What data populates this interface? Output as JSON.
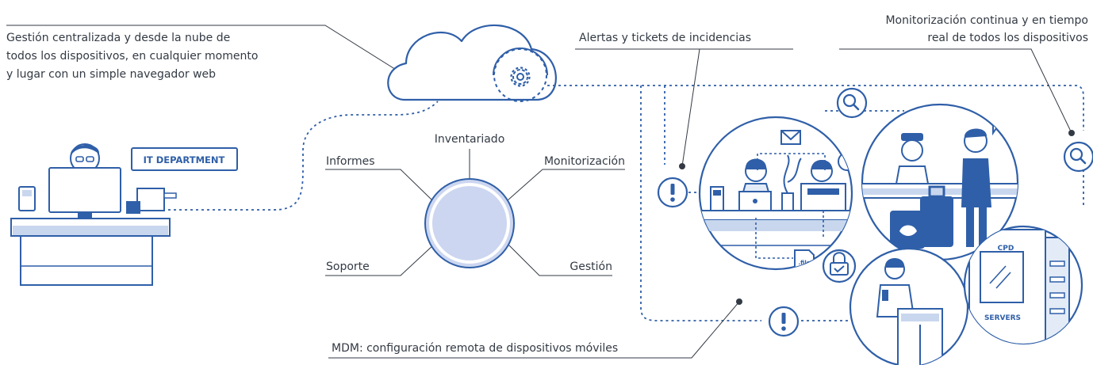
{
  "colors": {
    "primary": "#2f5fa8",
    "light": "#e3ebf7",
    "mid": "#c9d7ee",
    "hub": "#ccd6f0",
    "text": "#333a44"
  },
  "callouts": {
    "cloud": [
      "Gestión centralizada y desde la nube de",
      "todos los dispositivos, en cualquier momento",
      "y lugar con un simple navegador web"
    ],
    "alerts": "Alertas y tickets de incidencias",
    "monitoring": [
      "Monitorización continua y en tiempo",
      "real de todos los dispositivos"
    ],
    "mdm": "MDM: configuración remota de dispositivos móviles"
  },
  "it_department": "IT DEPARTMENT",
  "hub": {
    "inventory": "Inventariado",
    "reports": "Informes",
    "monitoring": "Monitorización",
    "support": "Soporte",
    "management": "Gestión"
  },
  "icons": [
    "cloud-icon",
    "gear-icon",
    "search-icon",
    "alert-icon",
    "padlock-icon",
    "mail-icon",
    "file-icon",
    "suitcase-icon",
    "server-icon"
  ],
  "file_label": ".file",
  "cpd_label": "CPD",
  "servers_label": "SERVERS"
}
